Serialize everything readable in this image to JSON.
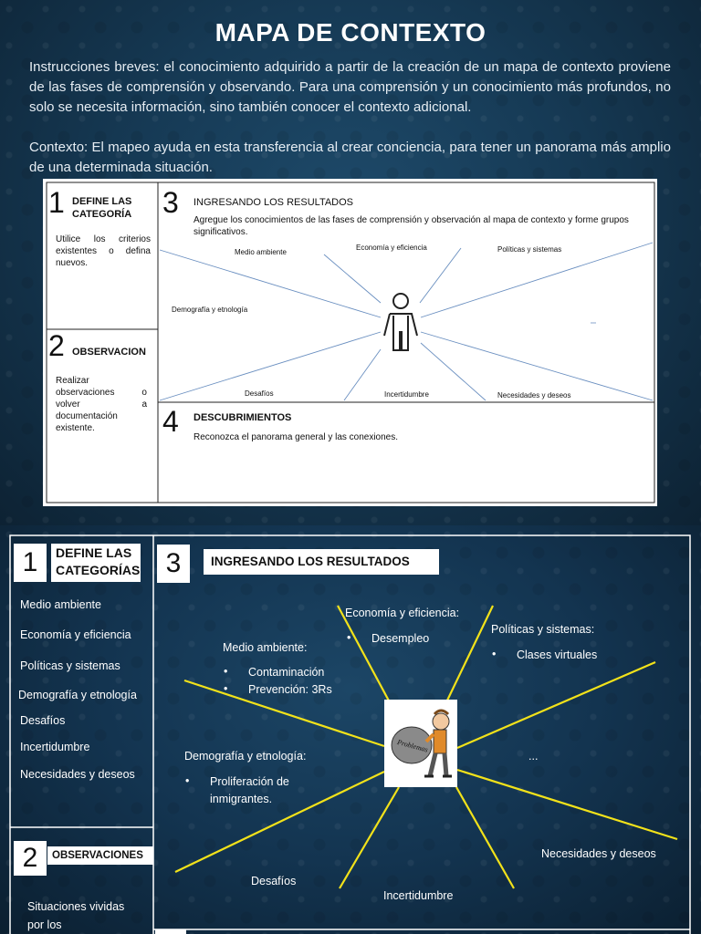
{
  "slide1": {
    "title": "MAPA DE CONTEXTO",
    "instructions": "Instrucciones breves: el conocimiento adquirido a partir de la creación de un mapa de contexto proviene de las fases de comprensión y observando. Para una comprensión y un conocimiento más profundos, no solo se necesita información, sino también conocer el contexto adicional.",
    "context": "Contexto: El mapeo ayuda en esta transferencia al crear conciencia, para tener un panorama más amplio de una determinada situación.",
    "paper": {
      "s1_num": "1",
      "s1_title_line1": "DEFINE LAS",
      "s1_title_line2": "CATEGORÍA",
      "s1_text": "Utilice los criterios existentes o defina nuevos.",
      "s2_num": "2",
      "s2_title": "OBSERVACION",
      "s2_text": "Realizar observaciones o volver a documentación existente.",
      "s3_num": "3",
      "s3_title": "INGRESANDO LOS RESULTADOS",
      "s3_text": "Agregue los conocimientos de las fases de comprensión y observación al mapa de contexto y forme grupos significativos.",
      "s4_num": "4",
      "s4_title": "DESCUBRIMIENTOS",
      "s4_text": "Reconozca el panorama general y las conexiones.",
      "labels": {
        "medio": "Medio ambiente",
        "economia": "Economía y eficiencia",
        "politicas": "Políticas y sistemas",
        "demografia": "Demografía y etnología",
        "desafios": "Desafíos",
        "incertidumbre": "Incertidumbre",
        "necesidades": "Necesidades y deseos"
      }
    }
  },
  "slide2": {
    "s1_num": "1",
    "s1_title": "DEFINE LAS CATEGORÍAS",
    "categories": [
      "Medio ambiente",
      "Economía y eficiencia",
      "Políticas y sistemas",
      "Demografía y etnología",
      "Desafíos",
      "Incertidumbre",
      "Necesidades y deseos"
    ],
    "s2_num": "2",
    "s2_title": "OBSERVACIONES",
    "s2_text_line1": "Situaciones vividas",
    "s2_text_line2": "por los",
    "s3_num": "3",
    "s3_title": "INGRESANDO LOS RESULTADOS",
    "map": {
      "economia_label": "Economía y eficiencia:",
      "economia_item": "Desempleo",
      "politicas_label": "Políticas y sistemas:",
      "politicas_item": "Clases virtuales",
      "medio_label": "Medio ambiente:",
      "medio_item1": "Contaminación",
      "medio_item2": "Prevención: 3Rs",
      "demografia_label": "Demografía y etnología:",
      "demografia_item_line1": "Proliferación de",
      "demografia_item_line2": "inmigrantes.",
      "ellipsis": "...",
      "necesidades": "Necesidades y deseos",
      "desafios": "Desafíos",
      "incertidumbre": "Incertidumbre",
      "rock_word": "Problemas"
    }
  }
}
